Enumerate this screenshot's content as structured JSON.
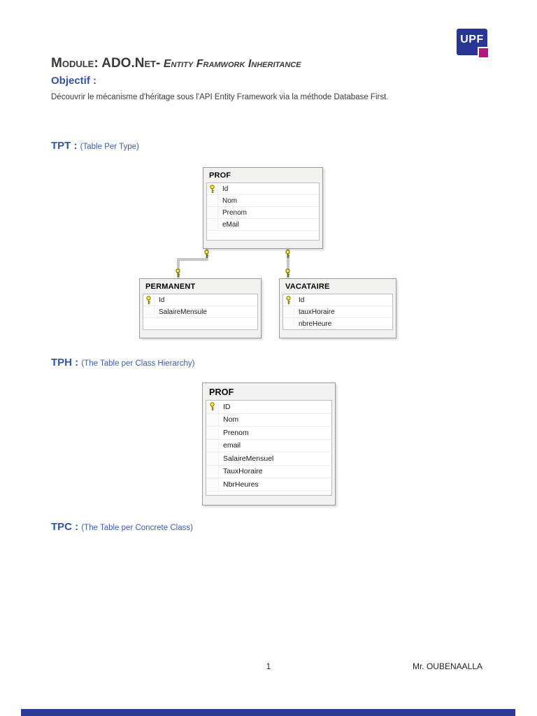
{
  "header": {
    "logo": {
      "text": "UPF",
      "blue": "#283593",
      "magenta": "#b5157f"
    },
    "title_main": "Module: ADO.Net-",
    "title_sub": "Entity Framwork Inheritance"
  },
  "objectif": {
    "heading": "Objectif :",
    "body": "Découvrir le mécanisme d'héritage sous l'API Entity Framework via la méthode Database First."
  },
  "sections": {
    "tpt": {
      "heading": "TPT :",
      "caption": "(Table Per Type)"
    },
    "tph": {
      "heading": "TPH :",
      "caption": "(The Table per Class Hierarchy)"
    },
    "tpc": {
      "heading": "TPC :",
      "caption": "(The Table per Concrete Class)"
    }
  },
  "diagrams": {
    "tpt": {
      "prof": {
        "name": "PROF",
        "primary_key": "Id",
        "columns": [
          "Id",
          "Nom",
          "Prenom",
          "eMail"
        ]
      },
      "permanent": {
        "name": "PERMANENT",
        "primary_key": "Id",
        "columns": [
          "Id",
          "SalaireMensule"
        ]
      },
      "vacataire": {
        "name": "VACATAIRE",
        "primary_key": "Id",
        "columns": [
          "Id",
          "tauxHoraire",
          "nbreHeure"
        ]
      }
    },
    "tph": {
      "prof": {
        "name": "PROF",
        "primary_key": "ID",
        "columns": [
          "ID",
          "Nom",
          "Prenom",
          "email",
          "SalaireMensuel",
          "TauxHoraire",
          "NbrHeures"
        ]
      }
    }
  },
  "footer": {
    "page_number": "1",
    "author": "Mr. OUBENAALLA",
    "bar_color": "#2c3a96"
  }
}
